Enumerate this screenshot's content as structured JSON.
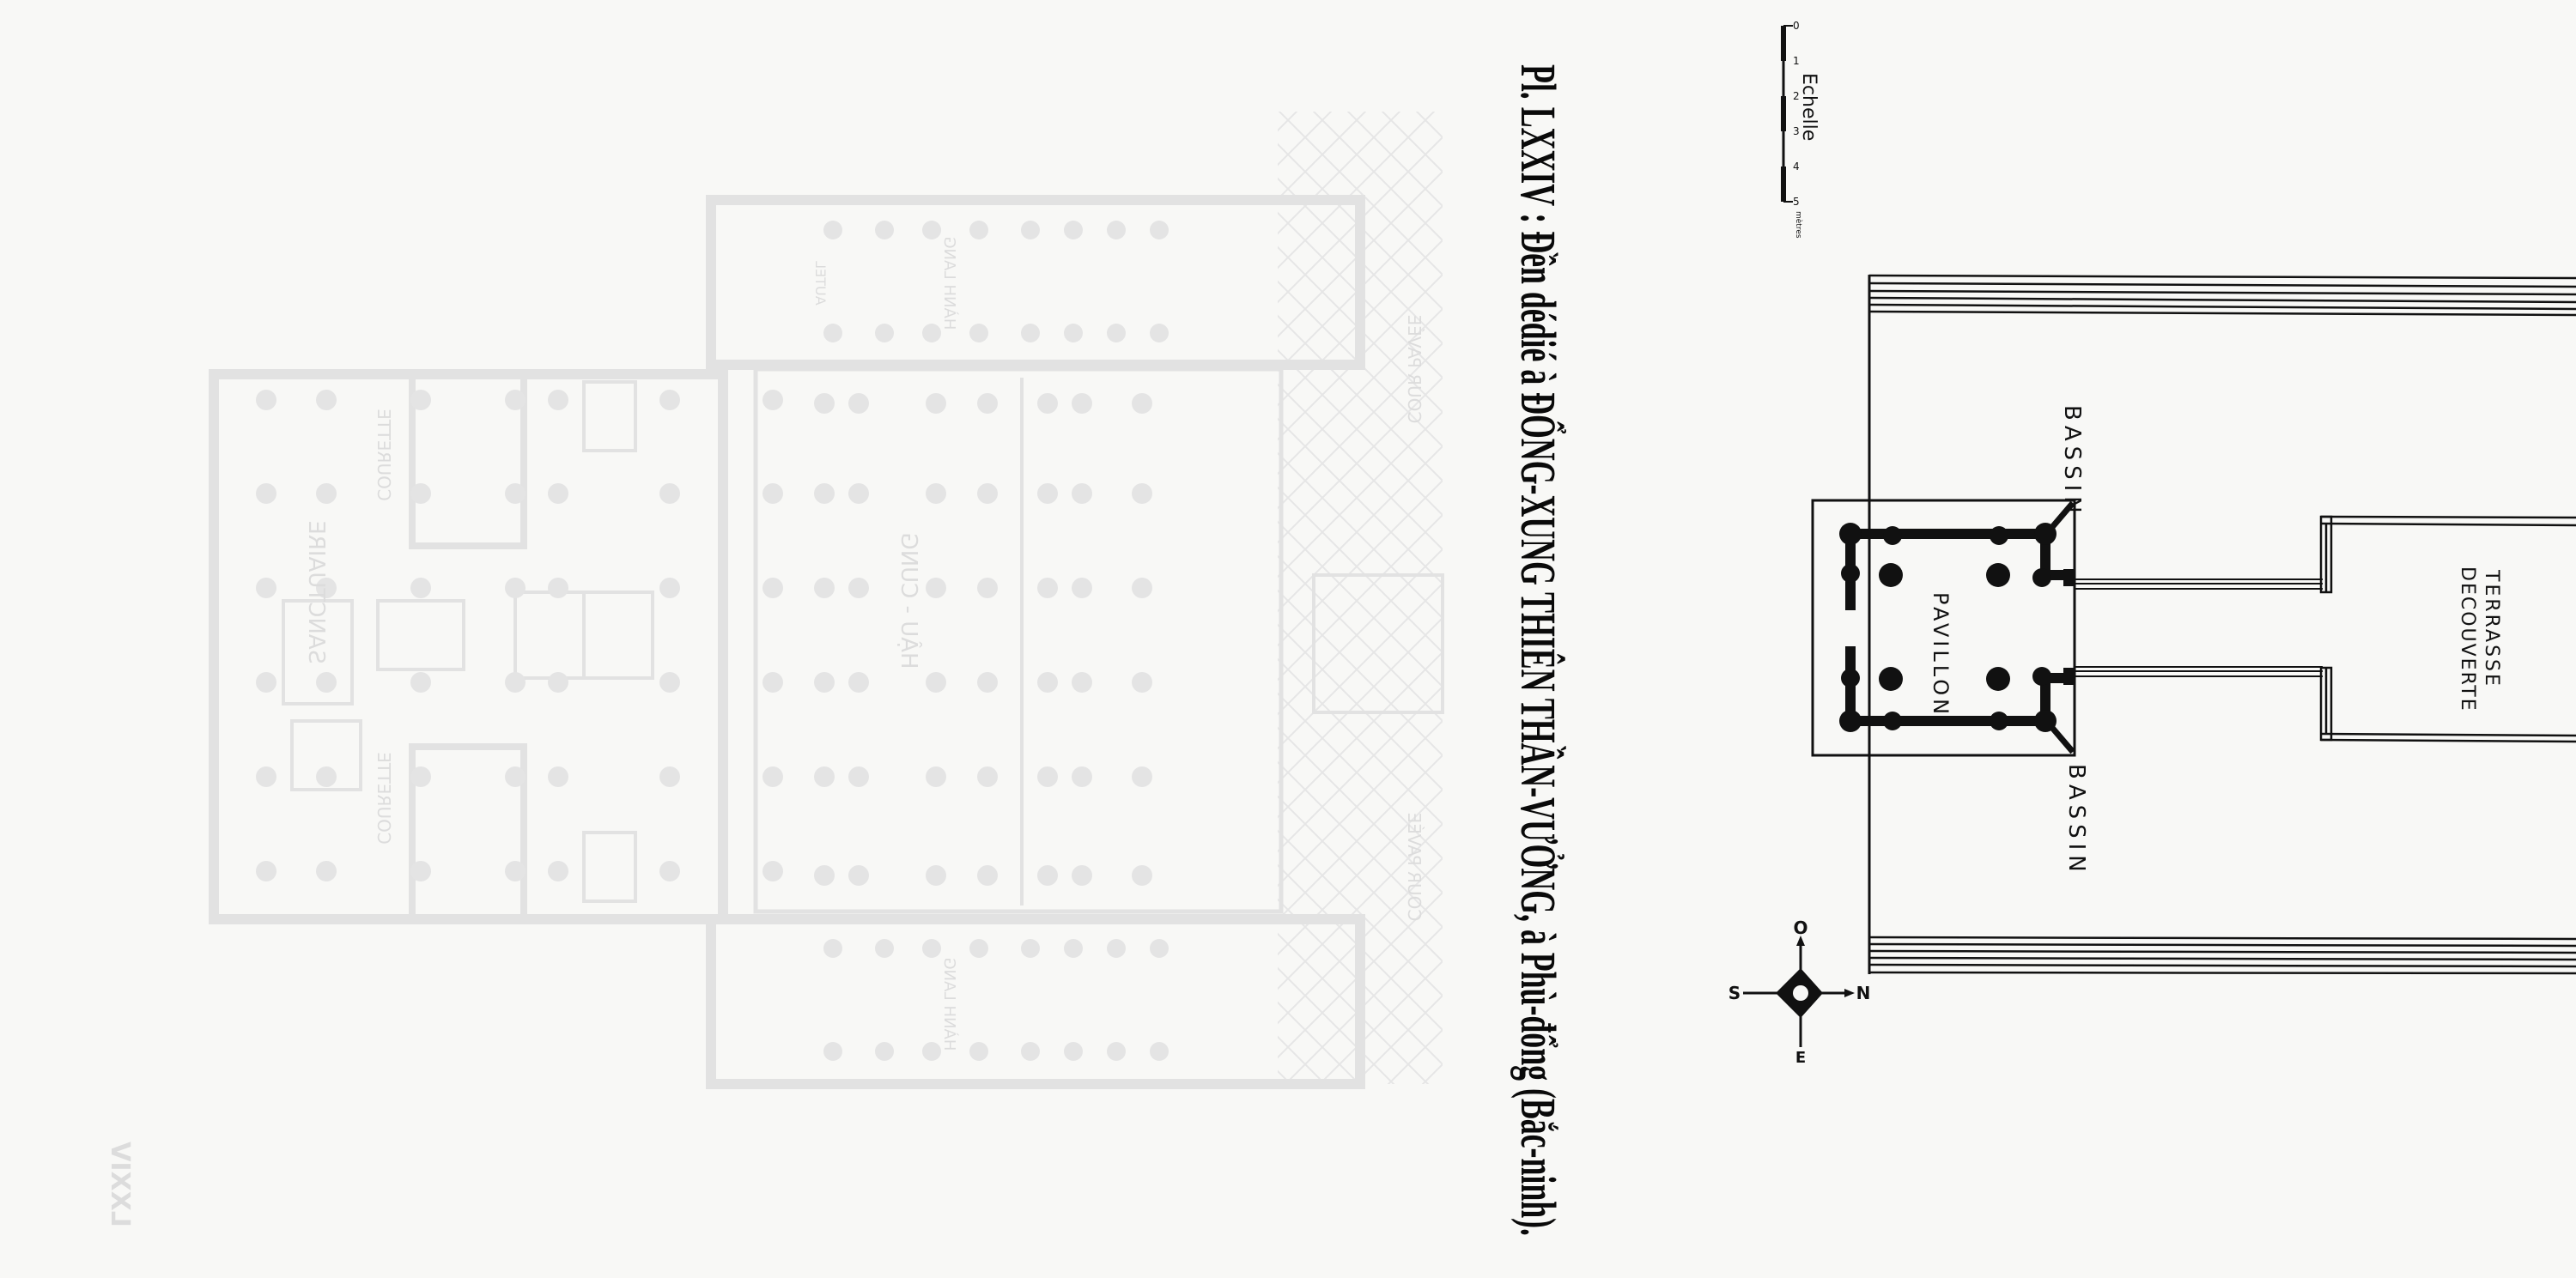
{
  "plate": {
    "title": "Pl. LXXIV : Đền dédié à ĐỔNG-XUNG THIÊN THẦN-VƯỞNG, à Phù-đổng (Bắc-ninh)."
  },
  "scale": {
    "label": "Echelle",
    "ticks": [
      "0",
      "1",
      "2",
      "3",
      "4",
      "5"
    ],
    "unit": "mètres"
  },
  "compass": {
    "north": "N",
    "south": "S",
    "east": "E",
    "west": "O"
  },
  "plan_labels": {
    "pavilion": "PAVILLON",
    "basin_top": "BASSIN",
    "basin_bottom": "BASSIN",
    "terrace_line1": "TERRASSE",
    "terrace_line2": "DECOUVERTE"
  },
  "show_through": {
    "plate_number": "LXXIV",
    "sanctuary": "SANCTUAIRE",
    "courtyard_1": "COURETTE",
    "courtyard_2": "COURETTE",
    "rear_hall": "HẬU - CUNG",
    "gallery_1": "HÀNH LANG",
    "gallery_2": "HÀNH LANG",
    "altar": "AUTEL",
    "paved_court_1": "COUR PAVÉE",
    "paved_court_2": "COUR PAVÉE"
  },
  "colors": {
    "ink": "#111111",
    "paper": "#f8f8f6",
    "show_through": "#e2e2e2"
  }
}
